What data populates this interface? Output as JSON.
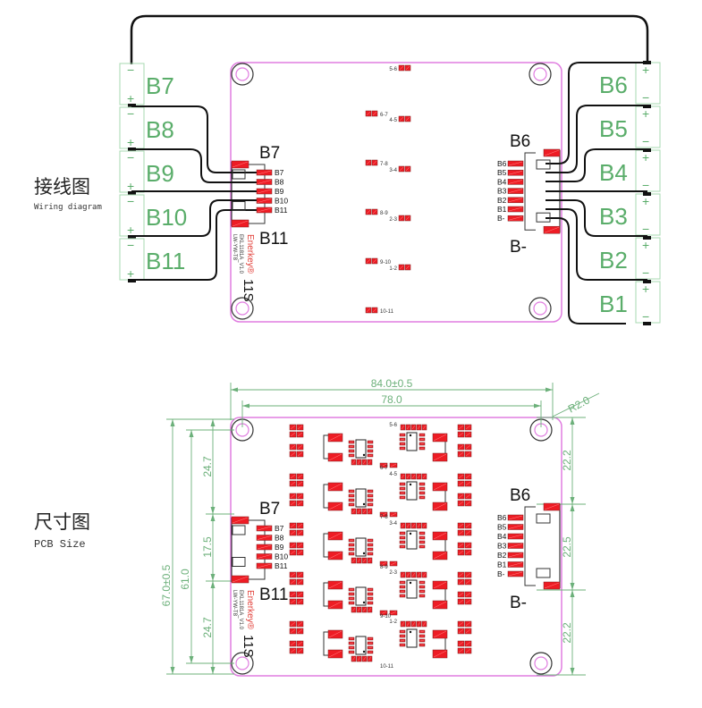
{
  "wiring_section": {
    "title_cn": "接线图",
    "title_en": "Wiring diagram",
    "left_cells": [
      "B7",
      "B8",
      "B9",
      "B10",
      "B11"
    ],
    "right_cells": [
      "B6",
      "B5",
      "B4",
      "B3",
      "B2",
      "B1"
    ],
    "minus_sign": "−",
    "plus_sign": "+",
    "left_connector": {
      "top_label": "B7",
      "bottom_label": "B11",
      "pins": [
        "B7",
        "B8",
        "B9",
        "B10",
        "B11"
      ]
    },
    "right_connector": {
      "top_label": "B6",
      "bottom_label": "B-",
      "pins": [
        "B6",
        "B5",
        "B4",
        "B3",
        "B2",
        "B1",
        "B-"
      ]
    },
    "balance_labels": [
      "5-6",
      "6-7",
      "4-5",
      "7-8",
      "3-4",
      "8-9",
      "2-3",
      "9-10",
      "1-2",
      "10-11"
    ],
    "board": {
      "brand": "Enerkey®",
      "model": "EKL1181A_V1.0",
      "code": "LW-YW-T8",
      "series": "11S"
    }
  },
  "size_section": {
    "title_cn": "尺寸图",
    "title_en": "PCB Size",
    "dimensions": {
      "overall_width": "84.0±0.5",
      "hole_pitch_width": "78.0",
      "corner_radius": "R2.0",
      "overall_height": "67.0±0.5",
      "hole_pitch_height": "61.0",
      "left_top_segment": "24.7",
      "left_middle_segment": "17.5",
      "left_bottom_segment": "24.7",
      "right_top_segment": "22.2",
      "right_middle_segment": "22.5",
      "right_bottom_segment": "22.2"
    },
    "left_connector": {
      "top_label": "B7",
      "bottom_label": "B11",
      "pins": [
        "B7",
        "B8",
        "B9",
        "B10",
        "B11"
      ]
    },
    "right_connector": {
      "top_label": "B6",
      "bottom_label": "B-",
      "pins": [
        "B6",
        "B5",
        "B4",
        "B3",
        "B2",
        "B1",
        "B-"
      ]
    },
    "balance_labels": [
      "5-6",
      "6-7",
      "4-5",
      "7-8",
      "3-4",
      "8-9",
      "2-3",
      "9-10",
      "1-2",
      "10-11"
    ],
    "board": {
      "brand": "Enerkey®",
      "model": "EKL1181A_V1.0",
      "code": "LW-YW-T8",
      "series": "11S"
    }
  },
  "colors": {
    "board_outline": "#e07de0",
    "pad_red": "#ee1c24",
    "cell_green": "#5aad6a",
    "dimension_green": "#6cb07a",
    "wire": "#111111"
  }
}
